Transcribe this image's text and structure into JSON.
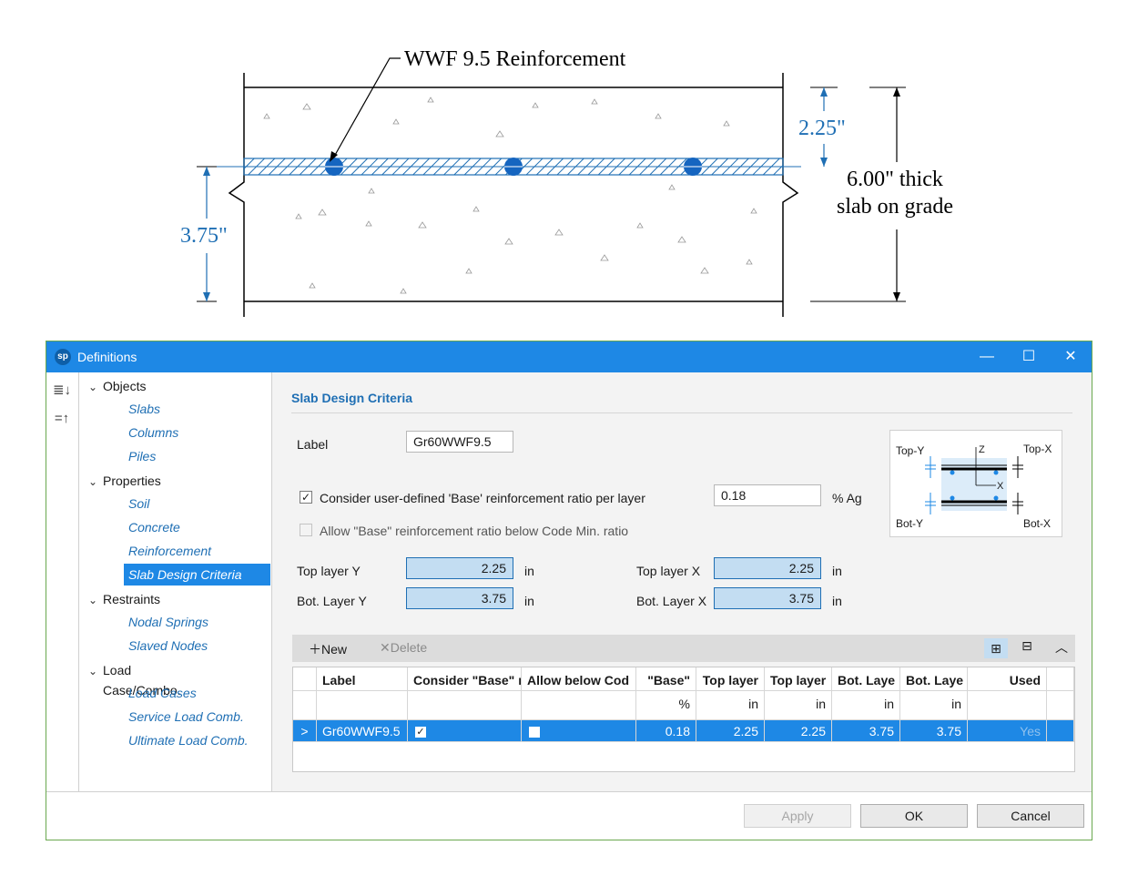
{
  "diagram": {
    "callout": "WWF 9.5 Reinforcement",
    "top_dim": "2.25\"",
    "bottom_dim": "3.75\"",
    "thickness_line1": "6.00\" thick",
    "thickness_line2": "slab on grade"
  },
  "window": {
    "logo": "sp",
    "title": "Definitions",
    "minimize": "—",
    "maximize": "☐",
    "close": "✕"
  },
  "tree": {
    "categories": [
      {
        "label": "Objects",
        "items": [
          "Slabs",
          "Columns",
          "Piles"
        ]
      },
      {
        "label": "Properties",
        "items": [
          "Soil",
          "Concrete",
          "Reinforcement",
          "Slab Design Criteria"
        ]
      },
      {
        "label": "Restraints",
        "items": [
          "Nodal Springs",
          "Slaved Nodes"
        ]
      },
      {
        "label": "Load Case/Combo.",
        "items": [
          "Load Cases",
          "Service Load Comb.",
          "Ultimate Load Comb."
        ]
      }
    ],
    "selected": "Slab Design Criteria"
  },
  "form": {
    "section_title": "Slab Design Criteria",
    "label_caption": "Label",
    "label_value": "Gr60WWF9.5",
    "consider_text": "Consider user-defined 'Base' reinforcement ratio per layer",
    "consider_checked": true,
    "ratio_value": "0.18",
    "ratio_unit": "% Ag",
    "allow_text": "Allow \"Base\" reinforcement ratio below Code Min. ratio",
    "allow_checked": false,
    "top_y_label": "Top layer Y",
    "top_y_value": "2.25",
    "top_y_unit": "in",
    "bot_y_label": "Bot. Layer Y",
    "bot_y_value": "3.75",
    "bot_y_unit": "in",
    "top_x_label": "Top layer X",
    "top_x_value": "2.25",
    "top_x_unit": "in",
    "bot_x_label": "Bot. Layer X",
    "bot_x_value": "3.75",
    "bot_x_unit": "in"
  },
  "mini_diagram": {
    "top_y": "Top-Y",
    "top_x": "Top-X",
    "bot_y": "Bot-Y",
    "bot_x": "Bot-X",
    "axis_z": "Z",
    "axis_x": "X"
  },
  "toolbar": {
    "new_label": "New",
    "delete_label": "Delete"
  },
  "grid": {
    "headers": [
      "Label",
      "Consider \"Base\" r",
      "Allow below Cod",
      "\"Base\"",
      "Top layer",
      "Top layer",
      "Bot. Laye",
      "Bot. Laye",
      "Used"
    ],
    "units": [
      "",
      "",
      "",
      "%",
      "in",
      "in",
      "in",
      "in",
      ""
    ],
    "row": {
      "marker": ">",
      "label": "Gr60WWF9.5",
      "consider": true,
      "allow": false,
      "base": "0.18",
      "top1": "2.25",
      "top2": "2.25",
      "bot1": "3.75",
      "bot2": "3.75",
      "used": "Yes"
    }
  },
  "footer": {
    "apply": "Apply",
    "ok": "OK",
    "cancel": "Cancel"
  },
  "colors": {
    "accent": "#1e88e5",
    "link": "#1f6fb4",
    "field_blue": "#c3ddf2"
  }
}
